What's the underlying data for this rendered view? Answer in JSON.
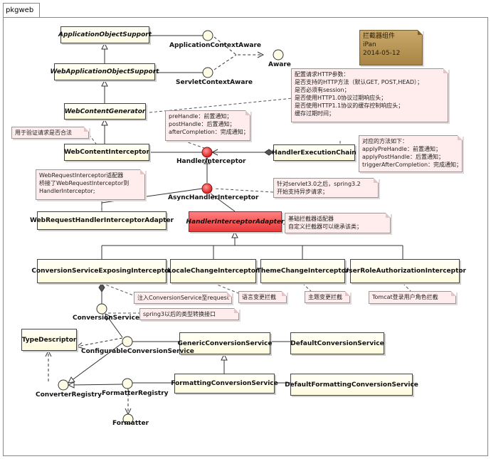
{
  "frame": {
    "label": "pkgweb"
  },
  "classes": {
    "application_object_support": "ApplicationObjectSupport",
    "web_application_object_support": "WebApplicationObjectSupport",
    "web_content_generator": "WebContentGenerator",
    "web_content_interceptor": "WebContentInterceptor",
    "handler_execution_chain": "HandlerExecutionChain",
    "web_request_handler_interceptor_adapter": "WebRequestHandlerInterceptorAdapter",
    "handler_interceptor_adapter": "HandlerInterceptorAdapter",
    "conversion_service_exposing_interceptor": "ConversionServiceExposingInterceptor",
    "locale_change_interceptor": "LocaleChangeInterceptor",
    "theme_change_interceptor": "ThemeChangeInterceptor",
    "user_role_authorization_interceptor": "UserRoleAuthorizationInterceptor",
    "type_descriptor": "TypeDescriptor",
    "generic_conversion_service": "GenericConversionService",
    "default_conversion_service": "DefaultConversionService",
    "formatting_conversion_service": "FormattingConversionService",
    "default_formatting_conversion_service": "DefaultFormattingConversionService"
  },
  "interfaces": {
    "application_context_aware": "ApplicationContextAware",
    "aware": "Aware",
    "servlet_context_aware": "ServletContextAware",
    "handler_interceptor": "HandlerInterceptor",
    "async_handler_interceptor": "AsyncHandlerInterceptor",
    "conversion_service": "ConversionService",
    "configurable_conversion_service": "ConfigurableConversionService",
    "converter_registry": "ConverterRegistry",
    "formatter_registry": "FormatterRegistry",
    "formatter": "Formatter"
  },
  "notes": {
    "author": [
      "拦截器组件",
      "iPan",
      "2014-05-12"
    ],
    "http_config": [
      "配置请求HTTP参数：",
      "是否支持的HTTP方法（默认GET, POST,HEAD）；",
      "是否必须有session；",
      "是否使用HTTP1.0协议过期响应头；",
      "是否使用HTTP1.1协议的缓存控制响应头；",
      "缓存过期时间；"
    ],
    "interceptor_methods": [
      "preHandle：前置通知；",
      "postHandle：后置通知；",
      "afterCompletion：完成通知；"
    ],
    "validate": [
      "用于验证请求是否合法"
    ],
    "chain_methods": [
      "对应的方法如下：",
      "applyPreHandle：前置通知；",
      "applyPostHandle：后置通知；",
      "triggerAfterCompletion：完成通知；"
    ],
    "web_request_adapter": [
      "WebRequestInterceptor适配器",
      "桥接了WebRequestInterceptor到",
      "HandlerInterceptor;"
    ],
    "async": [
      "针对servlet3.0之后，spring3.2",
      "开始支持异步请求；"
    ],
    "base_adapter": [
      "基础拦截器适配器",
      "自定义拦截器可以继承该类；"
    ],
    "inject_conversion": [
      "注入ConversionService至request"
    ],
    "spring3_conversion": [
      "spring3以后的类型转换接口"
    ],
    "locale": [
      "语言变更拦截"
    ],
    "theme": [
      "主题变更拦截"
    ],
    "tomcat": [
      "Tomcat登录用户角色拦截"
    ]
  }
}
